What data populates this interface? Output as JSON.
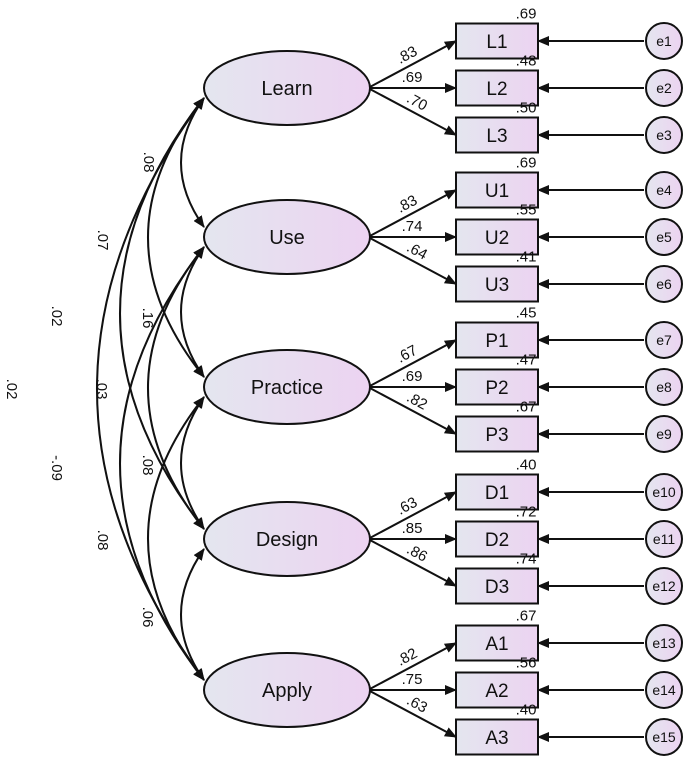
{
  "latent_factors": [
    {
      "id": "learn",
      "label": "Learn"
    },
    {
      "id": "use",
      "label": "Use"
    },
    {
      "id": "practice",
      "label": "Practice"
    },
    {
      "id": "design",
      "label": "Design"
    },
    {
      "id": "apply",
      "label": "Apply"
    }
  ],
  "indicators": [
    {
      "label": "L1",
      "error": "e1",
      "loading": ".83",
      "r2": ".69"
    },
    {
      "label": "L2",
      "error": "e2",
      "loading": ".69",
      "r2": ".48"
    },
    {
      "label": "L3",
      "error": "e3",
      "loading": ".70",
      "r2": ".50"
    },
    {
      "label": "U1",
      "error": "e4",
      "loading": ".83",
      "r2": ".69"
    },
    {
      "label": "U2",
      "error": "e5",
      "loading": ".74",
      "r2": ".55"
    },
    {
      "label": "U3",
      "error": "e6",
      "loading": ".64",
      "r2": ".41"
    },
    {
      "label": "P1",
      "error": "e7",
      "loading": ".67",
      "r2": ".45"
    },
    {
      "label": "P2",
      "error": "e8",
      "loading": ".69",
      "r2": ".47"
    },
    {
      "label": "P3",
      "error": "e9",
      "loading": ".82",
      "r2": ".67"
    },
    {
      "label": "D1",
      "error": "e10",
      "loading": ".63",
      "r2": ".40"
    },
    {
      "label": "D2",
      "error": "e11",
      "loading": ".85",
      "r2": ".72"
    },
    {
      "label": "D3",
      "error": "e12",
      "loading": ".86",
      "r2": ".74"
    },
    {
      "label": "A1",
      "error": "e13",
      "loading": ".82",
      "r2": ".67"
    },
    {
      "label": "A2",
      "error": "e14",
      "loading": ".75",
      "r2": ".56"
    },
    {
      "label": "A3",
      "error": "e15",
      "loading": ".63",
      "r2": ".40"
    }
  ],
  "correlations": [
    {
      "from": "learn",
      "to": "use",
      "value": ".08"
    },
    {
      "from": "use",
      "to": "practice",
      "value": ".16"
    },
    {
      "from": "practice",
      "to": "design",
      "value": ".08"
    },
    {
      "from": "design",
      "to": "apply",
      "value": ".06"
    },
    {
      "from": "learn",
      "to": "practice",
      "value": ".07"
    },
    {
      "from": "use",
      "to": "design",
      "value": ".03"
    },
    {
      "from": "practice",
      "to": "apply",
      "value": ".08"
    },
    {
      "from": "learn",
      "to": "design",
      "value": ".02"
    },
    {
      "from": "use",
      "to": "apply",
      "value": "-.09"
    },
    {
      "from": "learn",
      "to": "apply",
      "value": ".02"
    }
  ],
  "colors": {
    "shape_fill_start": "#e4e6ef",
    "shape_fill_end": "#ecd3f1",
    "stroke": "#111111"
  }
}
